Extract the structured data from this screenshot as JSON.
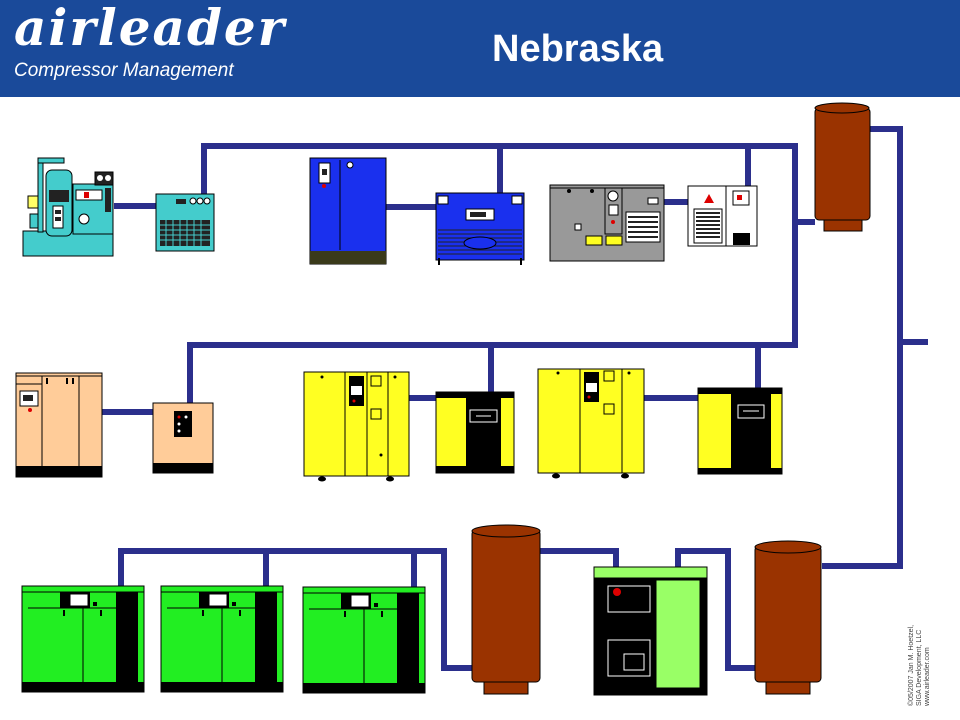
{
  "header": {
    "logo_name": "airleader",
    "logo_tagline": "Compressor Management",
    "title": "Nebraska"
  },
  "copyright": {
    "line1": "©05/2007  Jan M. Hoetzel,",
    "line2": "SIGA Development,  LLC",
    "line3": "www.airleader.com"
  },
  "colors": {
    "header_bg": "#1a4a9a",
    "pipe": "#2b2f8c",
    "tank": "#9a3300",
    "compressor_green": "#22ee22",
    "compressor_yellow": "#ffff22",
    "compressor_blue": "#1a30ee",
    "dryer_teal": "#44cccc",
    "peach": "#ffcc99",
    "grey": "#999999"
  },
  "equipment": [
    {
      "id": "teal-compressor",
      "type": "compressor",
      "icon": "package-compressor-icon"
    },
    {
      "id": "teal-dryer",
      "type": "dryer",
      "icon": "dryer-icon"
    },
    {
      "id": "blue-compressor",
      "type": "compressor",
      "icon": "compressor-icon"
    },
    {
      "id": "blue-dryer",
      "type": "dryer",
      "icon": "dryer-icon"
    },
    {
      "id": "grey-compressor",
      "type": "compressor",
      "icon": "compressor-icon"
    },
    {
      "id": "white-dryer",
      "type": "dryer",
      "icon": "dryer-icon"
    },
    {
      "id": "peach-compressor",
      "type": "compressor",
      "icon": "compressor-icon"
    },
    {
      "id": "peach-dryer",
      "type": "dryer",
      "icon": "dryer-icon"
    },
    {
      "id": "yellow-compressor-1",
      "type": "compressor",
      "icon": "compressor-icon"
    },
    {
      "id": "yellow-dryer-1",
      "type": "dryer",
      "icon": "dryer-icon"
    },
    {
      "id": "yellow-compressor-2",
      "type": "compressor",
      "icon": "compressor-icon"
    },
    {
      "id": "yellow-dryer-2",
      "type": "dryer",
      "icon": "dryer-icon"
    },
    {
      "id": "green-compressor-1",
      "type": "compressor",
      "icon": "compressor-icon"
    },
    {
      "id": "green-compressor-2",
      "type": "compressor",
      "icon": "compressor-icon"
    },
    {
      "id": "green-compressor-3",
      "type": "compressor",
      "icon": "compressor-icon"
    },
    {
      "id": "green-dryer",
      "type": "dryer",
      "icon": "dryer-icon"
    },
    {
      "id": "tank-top-right",
      "type": "receiver-tank",
      "icon": "tank-icon"
    },
    {
      "id": "tank-bottom-middle",
      "type": "receiver-tank",
      "icon": "tank-icon"
    },
    {
      "id": "tank-bottom-right",
      "type": "receiver-tank",
      "icon": "tank-icon"
    }
  ]
}
